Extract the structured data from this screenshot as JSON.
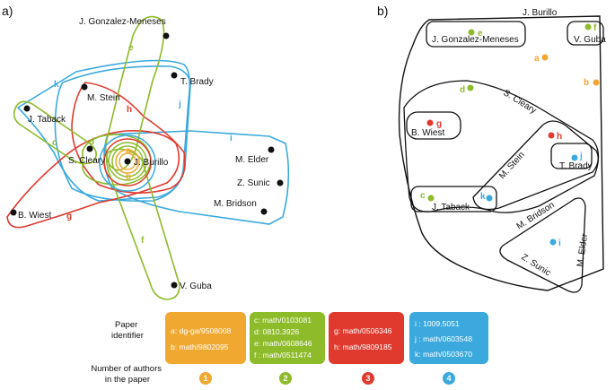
{
  "panels": {
    "a": "a)",
    "b": "b)"
  },
  "colors": {
    "orange": "#F0A830",
    "green": "#8DBB2A",
    "red": "#E03A2E",
    "blue": "#3BA9DE",
    "black": "#111111"
  },
  "authors": {
    "gonzalez": "J. Gonzalez-Meneses",
    "brady": "T. Brady",
    "stein": "M. Stein",
    "taback": "J. Taback",
    "cleary": "S. Cleary",
    "burillo": "J. Burillo",
    "elder": "M. Elder",
    "sunic": "Z. Sunic",
    "bridson": "M. Bridson",
    "wiest": "B. Wiest",
    "guba": "V. Guba"
  },
  "edge_letters": {
    "a": "a",
    "b": "b",
    "c": "c",
    "d": "d",
    "e": "e",
    "f": "f",
    "g": "g",
    "h": "h",
    "i": "i",
    "j": "j",
    "k": "k"
  },
  "legend": {
    "paper_id_label": "Paper identifier",
    "num_authors_label": "Number of authors in the paper",
    "groups": [
      {
        "color": "orange",
        "count": "1",
        "papers": [
          "a: dg-ga/9508008",
          "b: math/9802095"
        ]
      },
      {
        "color": "green",
        "count": "2",
        "papers": [
          "c: math/0103081",
          "d: 0810.3926",
          "e: math/0608646",
          "f : math/0511474"
        ]
      },
      {
        "color": "red",
        "count": "3",
        "papers": [
          "g: math/0506346",
          "h: math/9809185"
        ]
      },
      {
        "color": "blue",
        "count": "4",
        "papers": [
          "i : 1009.5051",
          "j : math/0603548",
          "k: math/0503670"
        ]
      }
    ]
  }
}
